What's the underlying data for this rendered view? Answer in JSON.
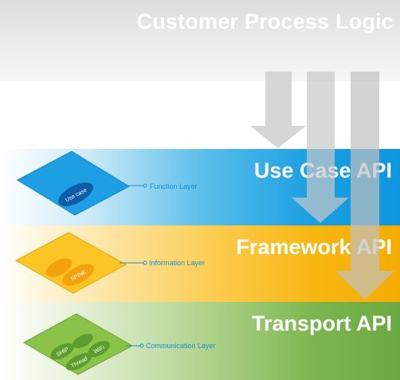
{
  "header": {
    "title": "Customer Process Logic"
  },
  "layers": [
    {
      "title": "Use Case API",
      "label": "Function Layer",
      "chips": [
        "Use case"
      ],
      "color": "#1a9fe1"
    },
    {
      "title": "Framework API",
      "label": "Information Layer",
      "chips": [
        "",
        "SPINE"
      ],
      "color": "#f7b50f"
    },
    {
      "title": "Transport API",
      "label": "Communication Layer",
      "chips": [
        "SHIP",
        "",
        "Thread",
        "WiFi"
      ],
      "color": "#7db650"
    }
  ]
}
